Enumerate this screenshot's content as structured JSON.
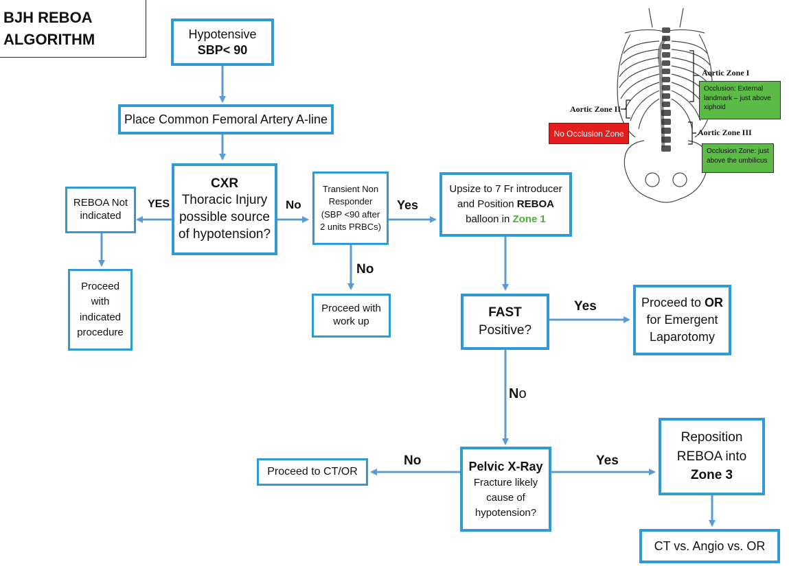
{
  "title": {
    "line1": "BJH REBOA",
    "line2": "ALGORITHM"
  },
  "nodes": {
    "hypotensive": {
      "line1": "Hypotensive",
      "line2": "SBP< 90"
    },
    "femoral": {
      "text": "Place Common Femoral Artery A-line"
    },
    "cxr": {
      "heading": "CXR",
      "line1": "Thoracic Injury",
      "line2": "possible source",
      "line3": "of  hypotension?"
    },
    "reboa_not": {
      "line1": "REBOA Not",
      "line2": "indicated"
    },
    "proceed_indicated": {
      "line1": "Proceed",
      "line2": "with",
      "line3": "indicated",
      "line4": "procedure"
    },
    "transient": {
      "line1": "Transient Non",
      "line2": "Responder",
      "line3": "(SBP <90 after",
      "line4": "2 units PRBCs)"
    },
    "proceed_workup": {
      "line1": "Proceed with",
      "line2": "work up"
    },
    "upsize": {
      "line1": "Upsize to 7 Fr introducer",
      "line2_pre": "and Position ",
      "line2_bold": "REBOA",
      "line3_pre": "balloon in ",
      "line3_zone": "Zone 1"
    },
    "fast": {
      "heading": "FAST",
      "line1": "Positive?"
    },
    "proceed_or": {
      "line1_pre": "Proceed to ",
      "line1_bold": "OR",
      "line2": "for Emergent",
      "line3": "Laparotomy"
    },
    "pelvic": {
      "heading": "Pelvic X-Ray",
      "line1": "Fracture likely",
      "line2": "cause of",
      "line3": "hypotension?"
    },
    "proceed_ct": {
      "text": "Proceed to CT/OR"
    },
    "reposition": {
      "line1": "Reposition",
      "line2": "REBOA into",
      "line3": "Zone 3"
    },
    "ct_angio": {
      "text": "CT vs. Angio vs. OR"
    }
  },
  "edge_labels": {
    "cxr_yes": "YES",
    "cxr_no": "No",
    "transient_yes": "Yes",
    "transient_no": "No",
    "fast_yes": "Yes",
    "fast_no_bold": "N",
    "fast_no_rest": "o",
    "pelvic_no": "No",
    "pelvic_yes": "Yes"
  },
  "anatomy": {
    "zone1": "Aortic Zone I",
    "zone2": "Aortic Zone II",
    "zone3": "Aortic Zone III",
    "zone1_box": "Occlusion: External landmark – just above xiphoid",
    "no_occlusion": "No Occlusion Zone",
    "zone3_box": "Occlusion Zone: just above the umbilicus"
  },
  "colors": {
    "border": "#2e9ad6",
    "arrow": "#5b9bd5",
    "zone_green": "#5cba47",
    "zone_red": "#e31e1e",
    "zone1_text": "#4caf3a"
  }
}
